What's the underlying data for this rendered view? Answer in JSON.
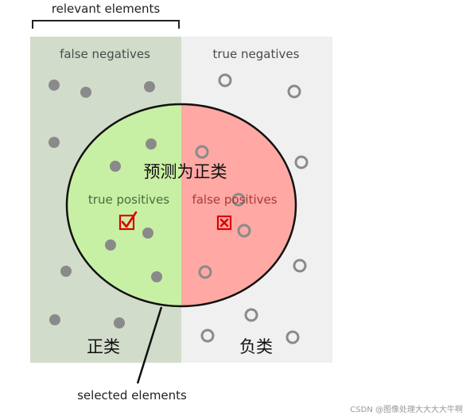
{
  "labels": {
    "relevant_elements": "relevant elements",
    "false_negatives": "false negatives",
    "true_negatives": "true negatives",
    "true_positives": "true positives",
    "false_positives": "false positives",
    "predicted_positive": "预测为正类",
    "positive_class": "正类",
    "negative_class": "负类",
    "selected_elements": "selected elements",
    "watermark": "CSDN @图像处理大大大大牛啊"
  },
  "colors": {
    "relevant_bg": "#d2dccb",
    "irrelevant_bg": "#f0f0f0",
    "true_positive_fill": "#c8f0a4",
    "false_positive_fill": "#ffa8a4",
    "dot_gray": "#8a8a8a",
    "mark_red": "#dd0000",
    "label_green": "#4a6a3a",
    "label_red": "#aa3a3a"
  },
  "icons": {
    "relevant_dot": "filled-circle",
    "irrelevant_dot": "hollow-circle",
    "true_positive_mark": "checkbox-check-icon",
    "false_positive_mark": "checkbox-cross-icon"
  }
}
